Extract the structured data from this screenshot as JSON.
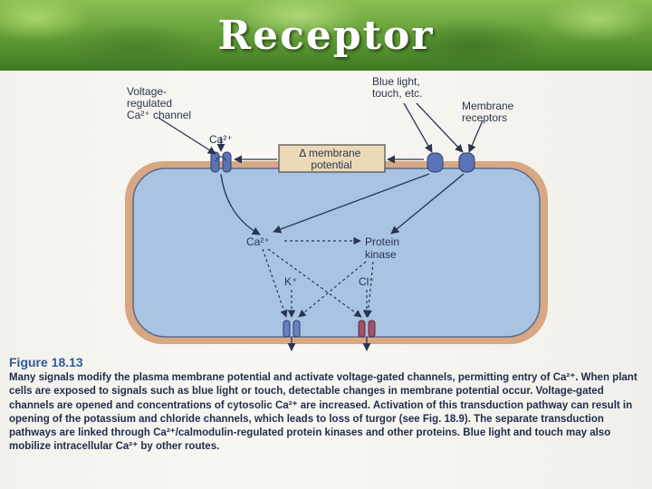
{
  "header": {
    "title": "Receptor"
  },
  "diagram": {
    "labels": {
      "voltage_channel": [
        "Voltage-",
        "regulated",
        "Ca²⁺ channel"
      ],
      "ca_top": "Ca²⁺",
      "stimulus": [
        "Blue light,",
        "touch, etc."
      ],
      "membrane_receptors": [
        "Membrane",
        "receptors"
      ],
      "membrane_potential": [
        "Δ membrane",
        "potential"
      ],
      "ca_inner": "Ca²⁺",
      "protein_kinase": [
        "Protein",
        "kinase"
      ],
      "potassium": "K⁺",
      "chloride": "Cl⁻"
    },
    "colors": {
      "cell_fill": "#a9c3e3",
      "cell_wall": "#d7a883",
      "receptor": "#5a74b8",
      "k_channel": "#6b7fc2",
      "cl_channel": "#a2506b",
      "potential_box": "#ecd9b8"
    }
  },
  "caption": {
    "title": "Figure 18.13",
    "text": "Many signals modify the plasma membrane potential and activate voltage-gated channels, permitting entry of Ca²⁺. When plant cells are exposed to signals such as blue light or touch, detectable changes in membrane potential occur. Voltage-gated channels are opened and concentrations of cytosolic Ca²⁺ are increased. Activation of this transduction pathway can result in opening of the potassium and chloride channels, which leads to loss of turgor (see Fig. 18.9). The separate transduction pathways are linked through Ca²⁺/calmodulin-regulated protein kinases and other proteins. Blue light and touch may also mobilize intracellular Ca²⁺ by other routes."
  }
}
